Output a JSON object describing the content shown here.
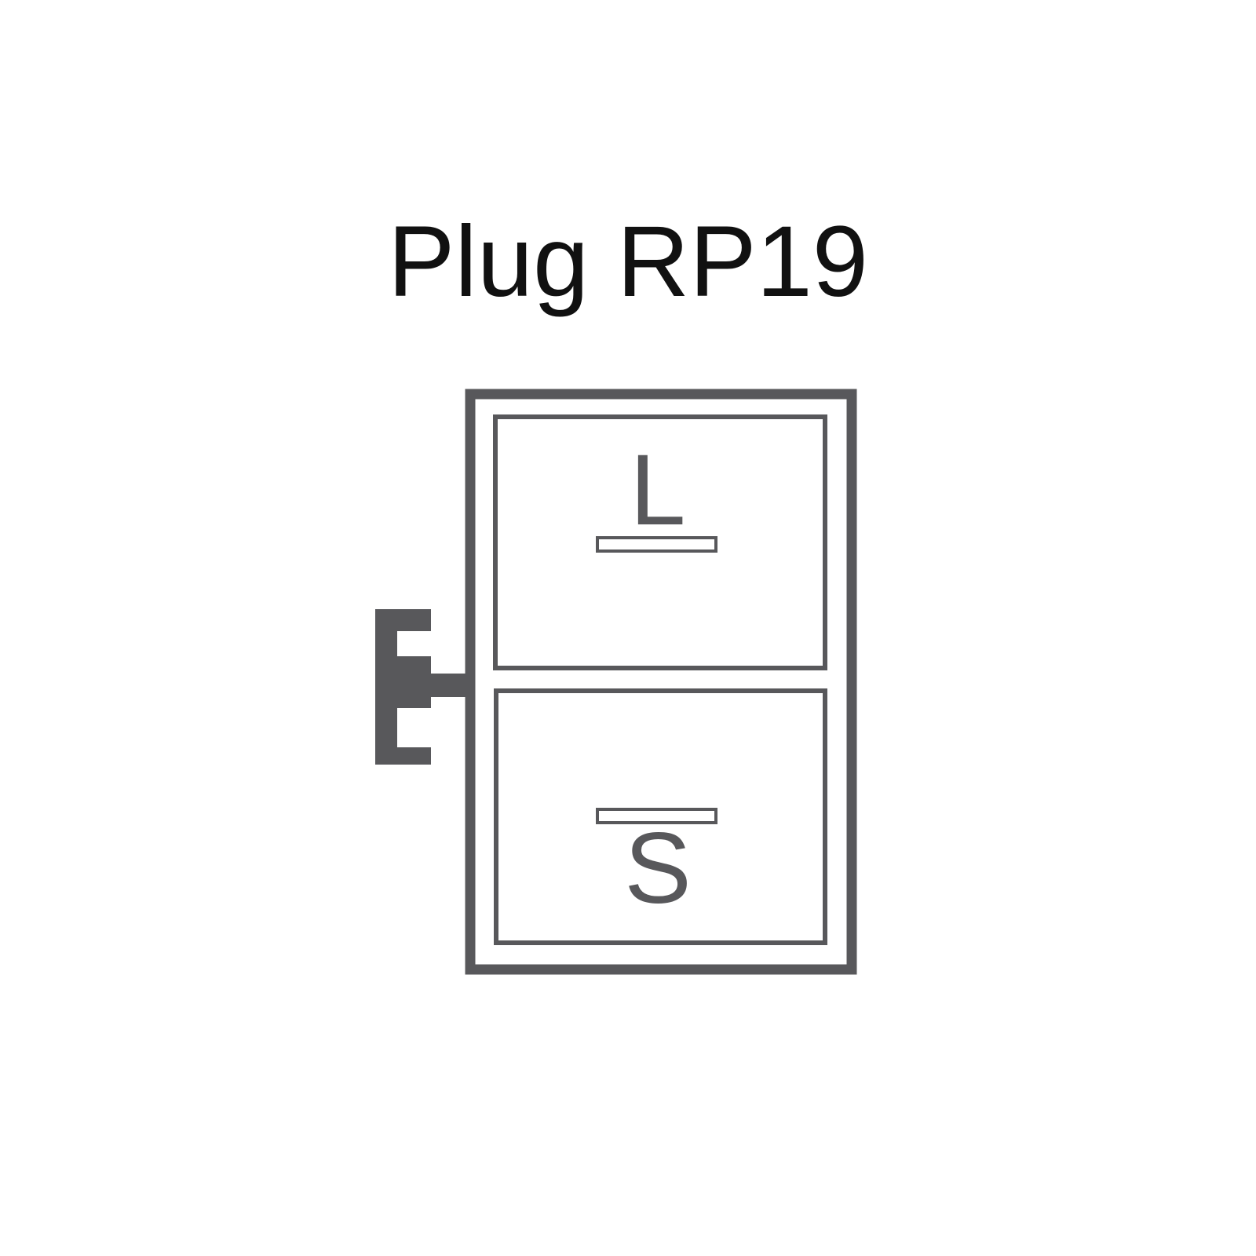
{
  "title": "Plug RP19",
  "pins": {
    "top_label": "L",
    "bottom_label": "S"
  },
  "colors": {
    "stroke": "#58585b",
    "title_text": "#111111",
    "background": "#ffffff"
  }
}
